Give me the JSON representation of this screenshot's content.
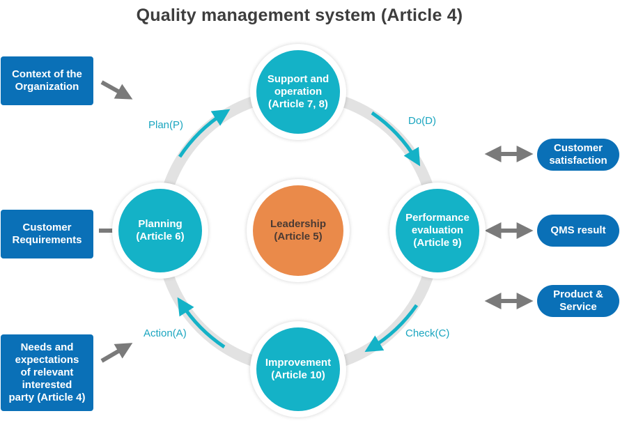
{
  "title": "Quality management system (Article 4)",
  "colors": {
    "accent_blue": "#0a70b7",
    "node_teal": "#14b2c7",
    "leadership_orange": "#ea8a4a",
    "cycle_label": "#1aa5bf",
    "ring_gray": "#e2e2e2",
    "arrow_gray": "#7a7a7a"
  },
  "inputs": {
    "context": "Context of the\nOrganization",
    "requirements": "Customer\nRequirements",
    "needs": "Needs and\nexpectations\nof relevant\ninterested\nparty (Article 4)"
  },
  "outputs": {
    "satisfaction": "Customer\nsatisfaction",
    "qms_result": "QMS result",
    "product": "Product &\nService"
  },
  "nodes": {
    "support": "Support and\noperation\n(Article 7, 8)",
    "planning": "Planning\n(Article 6)",
    "leadership": "Leadership\n(Article 5)",
    "performance": "Performance\nevaluation\n(Article 9)",
    "improvement": "Improvement\n(Article 10)"
  },
  "cycle": {
    "plan": "Plan(P)",
    "do": "Do(D)",
    "check": "Check(C)",
    "action": "Action(A)"
  }
}
